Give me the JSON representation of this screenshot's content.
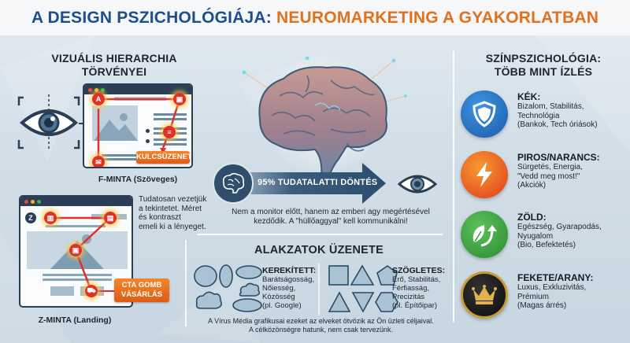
{
  "header": {
    "title_part1": "A DESIGN PSZICHOLÓGIÁJA:",
    "title_part2": "NEUROMARKETING A GYAKORLATBAN",
    "colors": {
      "blue": "#1d4f8c",
      "orange": "#e2711d"
    }
  },
  "visual_hierarchy": {
    "title_line1": "VIZUÁLIS HIERARCHIA",
    "title_line2": "TÖRVÉNYEI",
    "f_pattern": {
      "button_label": "KULCSÜZENET",
      "caption": "F-MINTA (Szöveges)",
      "node_letter": "A"
    },
    "z_pattern": {
      "logo_letter": "Z",
      "cta_line1": "CTA GOMB",
      "cta_line2": "VÁSÁRLÁS",
      "caption": "Z-MINTA (Landing)"
    },
    "note_lines": [
      "Tudatosan vezetjük",
      "a tekintetet. Méret",
      "és kontraszt",
      "emeli ki a lényeget."
    ]
  },
  "brain": {
    "badge_text": "95% TUDATALATTI DÖNTÉS",
    "caption_line1": "Nem a monitor előtt, hanem az emberi agy megértésével",
    "caption_line2": "kezdődik. A \"hüllőaggyal\" kell kommunikálni!"
  },
  "shapes": {
    "title": "ALAKZATOK ÜZENETE",
    "rounded": {
      "heading": "KEREKÍTETT:",
      "lines": [
        "Barátságosság,",
        "Nőiesség,",
        "Közösség",
        "(pl. Google)"
      ]
    },
    "angular": {
      "heading": "SZÖGLETES:",
      "lines": [
        "Erő, Stabilitás,",
        "Férfiasság,",
        "Precizitás",
        "(pl. Építőipar)"
      ]
    },
    "footer_line1": "A Vírus Média grafikusai ezeket az elveket ötvözik az Ön üzleti céljaival.",
    "footer_line2": "A célközönségre hatunk, nem csak tervezünk."
  },
  "color_psychology": {
    "title_line1": "SZÍNPSZICHOLÓGIA:",
    "title_line2": "TÖBB MINT ÍZLÉS",
    "items": [
      {
        "heading": "KÉK:",
        "lines": [
          "Bizalom, Stabilitás,",
          "Technológia",
          "(Bankok, Tech óriások)"
        ],
        "icon": "shield-icon",
        "color": "#1f6fc0"
      },
      {
        "heading": "PIROS/NARANCS:",
        "lines": [
          "Sürgetés, Energia,",
          "\"Vedd meg most!\"",
          "(Akciók)"
        ],
        "icon": "lightning-icon",
        "color": "#ea4f1c"
      },
      {
        "heading": "ZÖLD:",
        "lines": [
          "Egészség, Gyarapodás,",
          "Nyugalom",
          "(Bio, Befektetés)"
        ],
        "icon": "leaf-growth-icon",
        "color": "#3a9a3a"
      },
      {
        "heading": "FEKETE/ARANY:",
        "lines": [
          "Luxus, Exkluzivitás,",
          "Prémium",
          "(Magas árrés)"
        ],
        "icon": "crown-icon",
        "color": "#1a1a1a"
      }
    ]
  }
}
